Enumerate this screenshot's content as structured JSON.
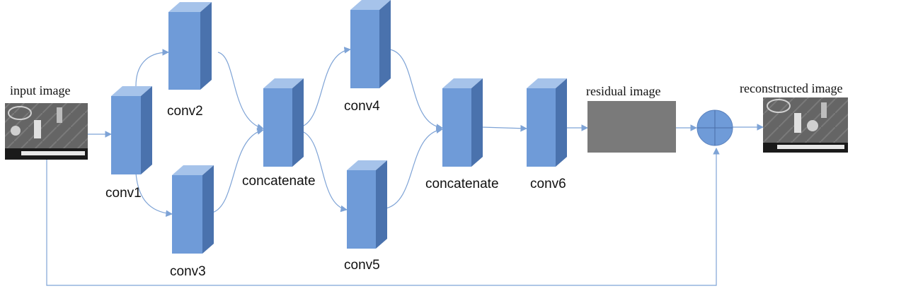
{
  "labels": {
    "input_image": "input image",
    "conv1": "conv1",
    "conv2": "conv2",
    "conv3": "conv3",
    "concatenate_1": "concatenate",
    "conv4": "conv4",
    "conv5": "conv5",
    "concatenate_2": "concatenate",
    "conv6": "conv6",
    "residual_image": "residual image",
    "reconstructed_image": "reconstructed image"
  },
  "colors": {
    "block_front": "#6f9bd8",
    "block_side": "#4a72ad",
    "block_top": "#a6c3ea",
    "arrow": "#7ea3d6",
    "residual_fill": "#7a7a7a",
    "adder_fill": "#6f9bd8"
  }
}
